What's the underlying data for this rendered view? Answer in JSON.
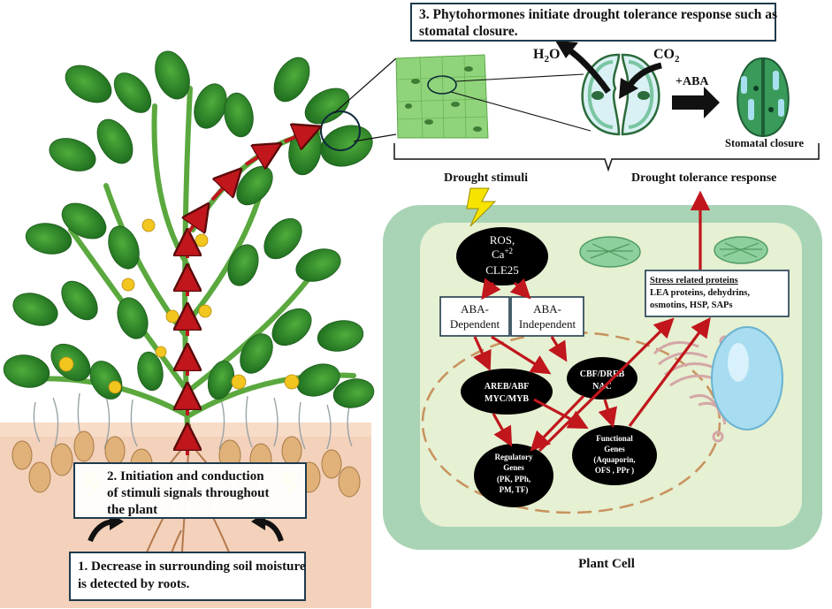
{
  "steps": {
    "step1": [
      "1. Decrease in surrounding soil moisture",
      "is detected by roots."
    ],
    "step2": [
      "2.  Initiation and conduction",
      "of stimuli signals throughout",
      "the plant"
    ],
    "step3": [
      "3. Phytohormones initiate drought tolerance response such as",
      "stomatal closure."
    ]
  },
  "stomata": {
    "h2o": "H",
    "h2o_sub": "2",
    "h2o_end": "O",
    "co2": "CO",
    "co2_sub": "2",
    "aba": "+ABA",
    "closure": "Stomatal closure"
  },
  "cell": {
    "drought_stimuli": "Drought stimuli",
    "drought_tolerance": "Drought tolerance response",
    "ros": [
      "ROS,",
      "Ca",
      "+2",
      "CLE25"
    ],
    "aba_dependent": [
      "ABA-",
      "Dependent"
    ],
    "aba_independent": [
      "ABA-",
      "Independent"
    ],
    "areb": [
      "AREB/ABF",
      "MYC/MYB"
    ],
    "cbf": [
      "CBF/DREB",
      "NAC"
    ],
    "regulatory": [
      "Regulatory",
      "Genes",
      "(PK, PPh,",
      "PM, TF)"
    ],
    "functional": [
      "Functional",
      "Genes",
      "(Aquaporin,",
      "OFS , PPr )"
    ],
    "stress_title": "Stress related proteins",
    "stress_lines": [
      "LEA proteins, dehydrins,",
      "osmotins, HSP, SAPs"
    ],
    "caption": "Plant Cell"
  },
  "colors": {
    "arrow_red": "#c0161c",
    "leaf_green": "#2f8a2a",
    "cell_wall": "#a9d3b5",
    "cytoplasm": "#e6f0d2",
    "soil": "#f1c9ae",
    "vacuole": "#a8dcf0",
    "node_black": "#000000"
  }
}
